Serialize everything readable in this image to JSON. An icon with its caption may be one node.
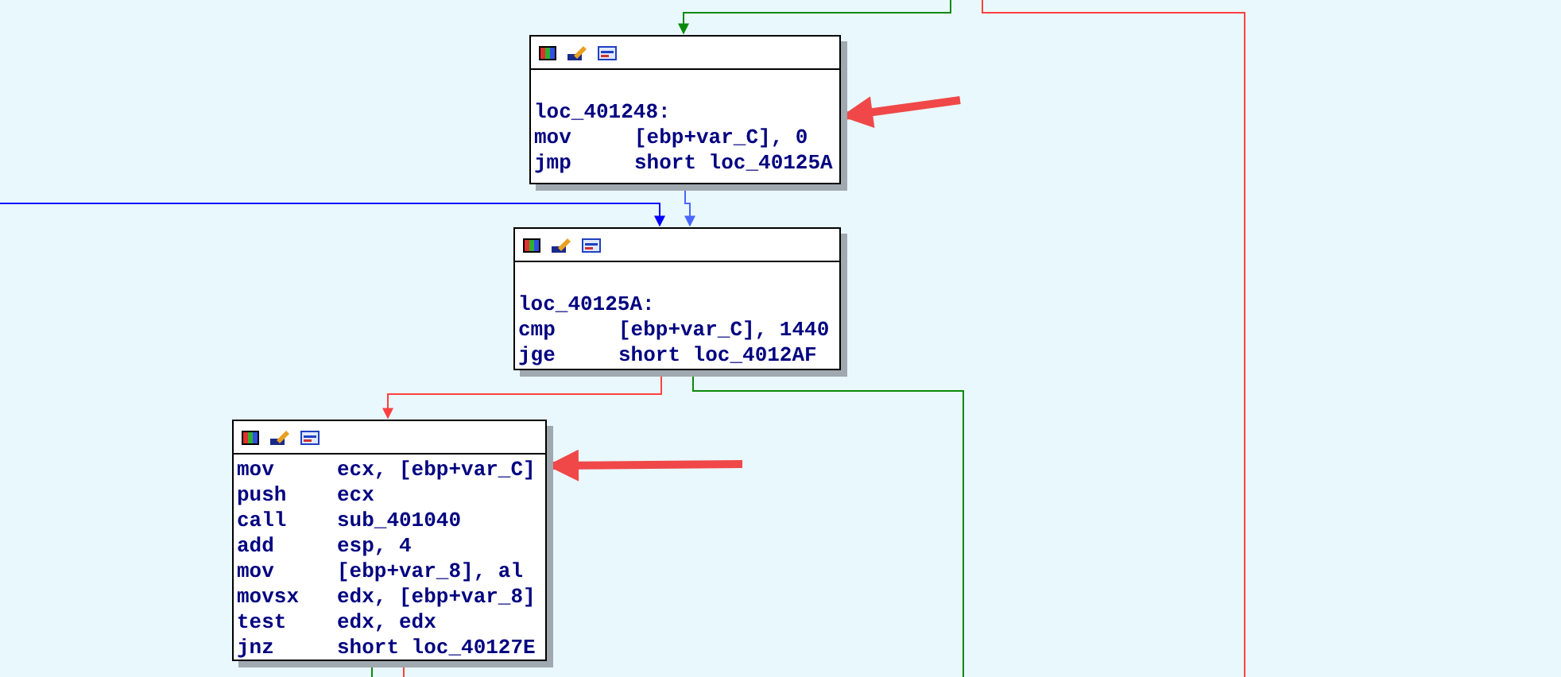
{
  "diagram": {
    "nodes": [
      {
        "text": [
          "loc_401248:",
          "mov [ebp+var_C], 0",
          "jmp short loc_40125A"
        ]
      },
      {
        "text": [
          "loc_40125A:",
          "cmp [ebp+var_C], 1440",
          "jge short loc_4012AF"
        ]
      },
      {
        "text": [
          "mov ecx, [ebp+var_C]",
          "push ecx",
          "call sub_401040",
          "add esp, 4",
          "mov [ebp+var_8], al",
          "movsx edx, [ebp+var_8]",
          "test edx, edx",
          "jnz short loc_40127E"
        ]
      }
    ],
    "edges": [
      {
        "from": null,
        "to": 0,
        "arrow": "to",
        "color": "#0a8a0a"
      },
      {
        "from": null,
        "to": 1,
        "arrow": "to",
        "color": "#0000ff"
      },
      {
        "from": 0,
        "to": 1,
        "arrow": "to",
        "color": "#4a66ff"
      },
      {
        "from": 1,
        "to": 2,
        "arrow": "to",
        "color": "#ff4040"
      },
      {
        "from": 1,
        "to": null,
        "arrow": "none",
        "color": "#0a8a0a"
      },
      {
        "from": 2,
        "to": null,
        "arrow": "none",
        "color": "#0a8a0a"
      },
      {
        "from": 2,
        "to": null,
        "arrow": "none",
        "color": "#ff4040"
      },
      {
        "from": null,
        "to": 0,
        "arrow": "to",
        "style": "thick",
        "color": "#f04848"
      },
      {
        "from": null,
        "to": 2,
        "arrow": "to",
        "style": "thick",
        "color": "#f04848"
      }
    ]
  }
}
